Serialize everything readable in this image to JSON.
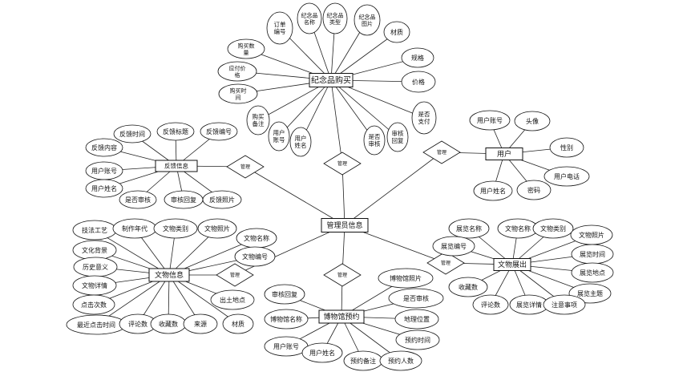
{
  "entities": {
    "hub": "管理员信息",
    "souvenir": "纪念品购买",
    "feedback": "反馈信息",
    "user": "用户",
    "relic": "文物信息",
    "exhibit": "文物展出",
    "appointment": "博物馆预约"
  },
  "relationship_label": "管理",
  "attributes": {
    "souvenir": [
      "订单编号",
      "纪念品名称",
      "纪念品类型",
      "纪念品图片",
      "材质",
      "规格",
      "价格",
      "购买数量",
      "应付价格",
      "购买时间",
      "购买备注",
      "用户账号",
      "用户姓名",
      "是否审核",
      "审核回复",
      "是否支付"
    ],
    "feedback": [
      "反馈时间",
      "反馈标题",
      "反馈编号",
      "反馈内容",
      "用户账号",
      "用户姓名",
      "是否审核",
      "审核回复",
      "反馈照片"
    ],
    "user": [
      "用户账号",
      "头像",
      "性别",
      "用户电话",
      "用户姓名",
      "密码"
    ],
    "relic": [
      "技法工艺",
      "制作年代",
      "文物类别",
      "文物照片",
      "文化背景",
      "文物名称",
      "历史意义",
      "文物编号",
      "文物详情",
      "点击次数",
      "出土地点",
      "最近点击时间",
      "评论数",
      "收藏数",
      "来源",
      "材质"
    ],
    "exhibit": [
      "展览名称",
      "文物名称",
      "文物类别",
      "文物照片",
      "展览编号",
      "展览时间",
      "展览地点",
      "收藏数",
      "展览主题",
      "评论数",
      "展览详情",
      "注意事项"
    ],
    "appointment": [
      "审核回复",
      "博物馆照片",
      "博物馆名称",
      "是否审核",
      "地理位置",
      "预约时间",
      "用户账号",
      "用户姓名",
      "预约备注",
      "预约人数"
    ]
  }
}
